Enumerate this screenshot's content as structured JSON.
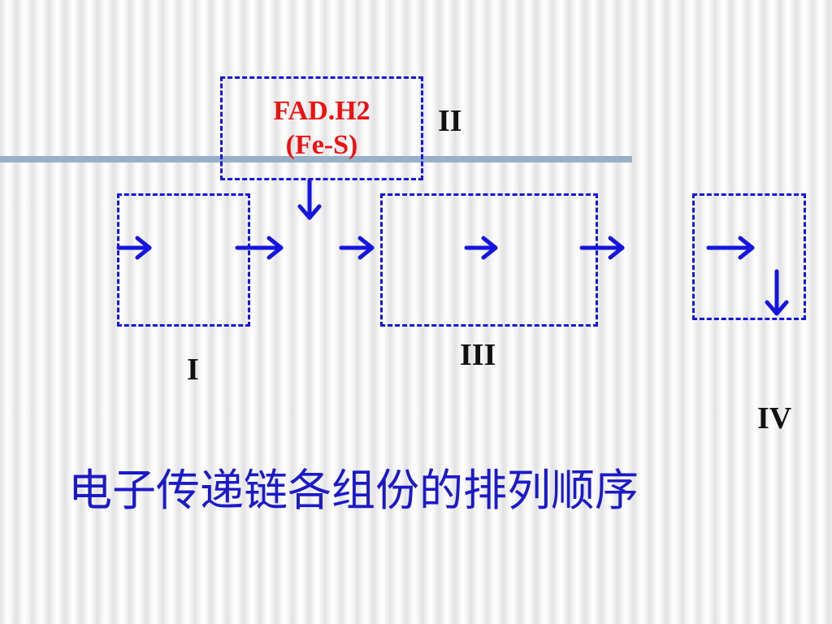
{
  "components": {
    "fad_line1": "FAD.H2",
    "fad_line2": "(Fe-S)",
    "label_complex_1": "I",
    "label_complex_2": "II",
    "label_complex_3": "III",
    "label_complex_4": "IV"
  },
  "caption": "电子传递链各组份的排列顺序",
  "colors": {
    "arrow": "#1515e0",
    "box_border": "#1515e0",
    "fad_text": "#ee1111",
    "caption": "#1a1ac8",
    "divider": "#98b0c8"
  }
}
